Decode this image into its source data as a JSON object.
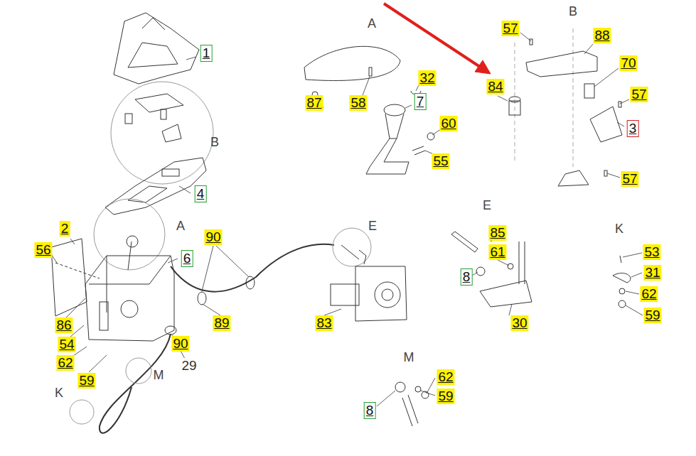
{
  "diagram": {
    "labels": [
      "A",
      "B",
      "57",
      "88",
      "1",
      "70",
      "84",
      "87",
      "58",
      "32",
      "7",
      "57",
      "60",
      "3",
      "B",
      "55",
      "57",
      "4",
      "A",
      "E",
      "K",
      "90",
      "2",
      "6",
      "56",
      "E",
      "85",
      "53",
      "61",
      "31",
      "8",
      "62",
      "89",
      "30",
      "59",
      "83",
      "86",
      "54",
      "90",
      "62",
      "59",
      "29",
      "M",
      "62",
      "59",
      "8",
      "M",
      "K"
    ]
  }
}
